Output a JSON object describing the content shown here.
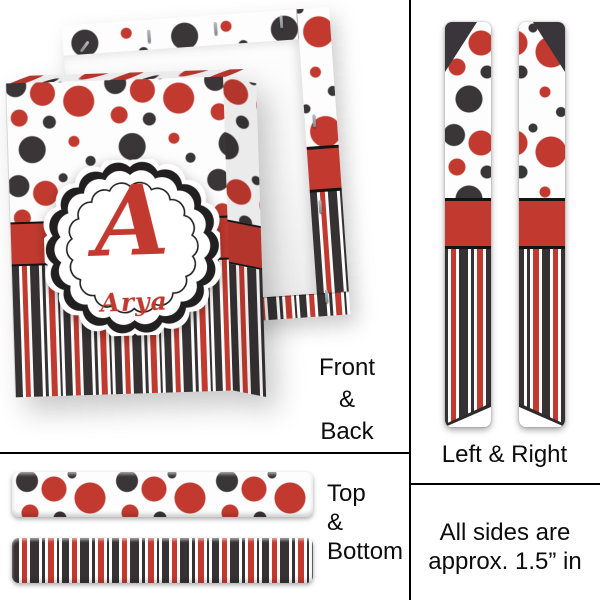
{
  "colors": {
    "red": "#c23a2f",
    "black": "#3a3536"
  },
  "design": {
    "monogram": "A",
    "name": "Arya"
  },
  "labels": {
    "front_back": {
      "line1": "Front",
      "line2": "&",
      "line3": "Back"
    },
    "left_right": "Left & Right",
    "top_bottom": {
      "line1": "Top",
      "line2": "&",
      "line3": "Bottom"
    },
    "note": {
      "line1": "All sides are",
      "line2": "approx. 1.5” in"
    }
  }
}
